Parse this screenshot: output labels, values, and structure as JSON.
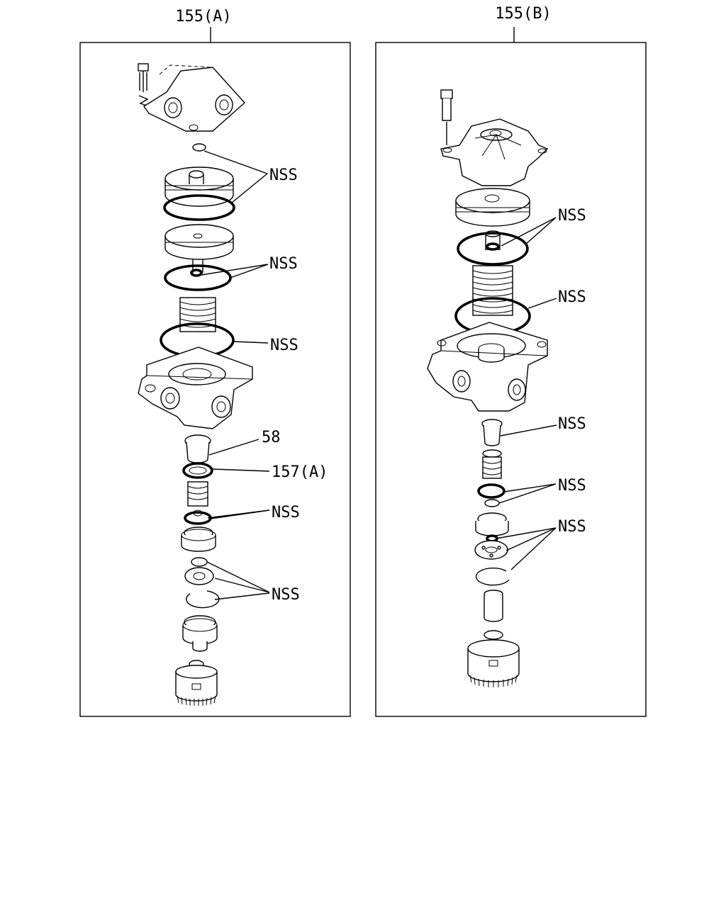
{
  "panels": [
    {
      "title": "155(A)",
      "labels": [
        "NSS",
        "NSS",
        "NSS",
        "58",
        "157(A)",
        "NSS",
        "NSS"
      ]
    },
    {
      "title": "155(B)",
      "labels": [
        "NSS",
        "NSS",
        "NSS",
        "NSS",
        "NSS"
      ]
    }
  ]
}
